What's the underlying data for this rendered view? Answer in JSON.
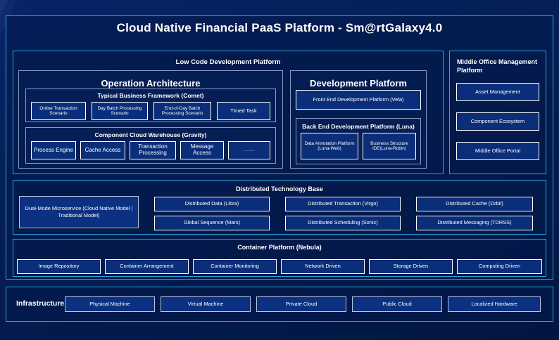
{
  "title": "Cloud Native Financial PaaS Platform - Sm@rtGalaxy4.0",
  "colors": {
    "background": "#041A4A",
    "accent_cyan": "#29A8E0",
    "frame_blue": "#2C6FD1",
    "chip_fill": "#0A2E79",
    "text": "#FFFFFF"
  },
  "low_code": {
    "header": "Low Code Development Platform",
    "operation_architecture": {
      "header": "Operation Architecture",
      "typical_business_framework": {
        "header": "Typical Business Framework (Comet)",
        "items": [
          "Online Transaction Scenario",
          "Day Batch Processing Scenario",
          "End-of-Day Batch Processing Scenario",
          "Timed Task"
        ]
      },
      "component_cloud_warehouse": {
        "header": "Component Cloud Warehouse (Gravity)",
        "items": [
          "Process Engine",
          "Cache Access",
          "Transaction Processing",
          "Message Access",
          "......"
        ]
      }
    },
    "development_platform": {
      "header": "Development Platform",
      "front_end": "Front End Development Platform (Vela)",
      "back_end": {
        "header": "Back End Development Platform (Luna)",
        "items": [
          "Data Annotation Platform (Luna-Web)",
          "Business Structure IDE(Luna-Robin)"
        ]
      }
    }
  },
  "middle_office": {
    "header": "Middle Office Management Platform",
    "items": [
      "Asset Management",
      "Component Ecosystem",
      "Middle Office Portal"
    ]
  },
  "distributed_technology_base": {
    "header": "Distributed Technology Base",
    "highlight": "Dual-Mode Microservice (Cloud Native Model | Traditional Model)",
    "items": [
      "Distributed Data (Libra)",
      "Distributed Transaction (Virgo)",
      "Distributed Cache (Orbit)",
      "Global Sequence (Mars)",
      "Distributed Scheduling (Sonic)",
      "Distributed Messaging (TDRSS)"
    ]
  },
  "container_platform": {
    "header": "Container Platform (Nebula)",
    "items": [
      "Image Repository",
      "Container Arrangement",
      "Container Monitoring",
      "Network Driven",
      "Storage Driven",
      "Computing Driven"
    ]
  },
  "infrastructure": {
    "label": "Infrastructure",
    "items": [
      "Physical Machine",
      "Virtual Machine",
      "Private Cloud",
      "Public Cloud",
      "Localized Hardware"
    ]
  }
}
